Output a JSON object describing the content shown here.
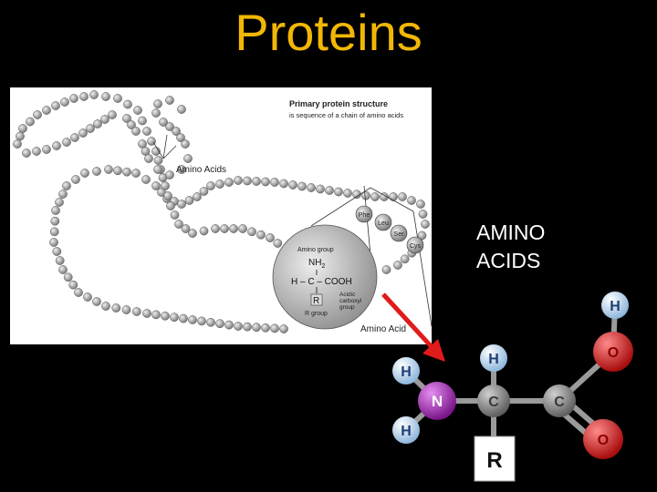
{
  "slide": {
    "title": "Proteins"
  },
  "diagram": {
    "heading": "Primary protein structure",
    "subheading": "is sequence of a chain of amino acids",
    "amino_acids_label": "Amino Acids",
    "amino_acids_label_bottom": "Amino Acid",
    "residues": [
      "Phe",
      "Leu",
      "Ser",
      "Cys"
    ],
    "amino_group_label": "Amino group",
    "nh2_text": "NH",
    "nh2_sub": "2",
    "carbon_row": "H – C – COOH",
    "r_text": "R",
    "r_group_label": "R group",
    "acidic_label": [
      "Acidic",
      "carboxyl",
      "group"
    ]
  },
  "side_label": {
    "line1": "AMINO",
    "line2": "ACIDS"
  },
  "molecule": {
    "atoms": {
      "h_top_right": "H",
      "o_top": "O",
      "h_alpha": "H",
      "h_left_top": "H",
      "n": "N",
      "c_alpha": "C",
      "c_carboxyl": "C",
      "h_left_bottom": "H",
      "o_bottom": "O",
      "r": "R"
    },
    "colors": {
      "hydrogen": "#bcd8f0",
      "nitrogen": "#9a1faa",
      "carbon": "#8a8a8a",
      "oxygen": "#d81c1c",
      "arrow": "#e01b1b"
    }
  }
}
